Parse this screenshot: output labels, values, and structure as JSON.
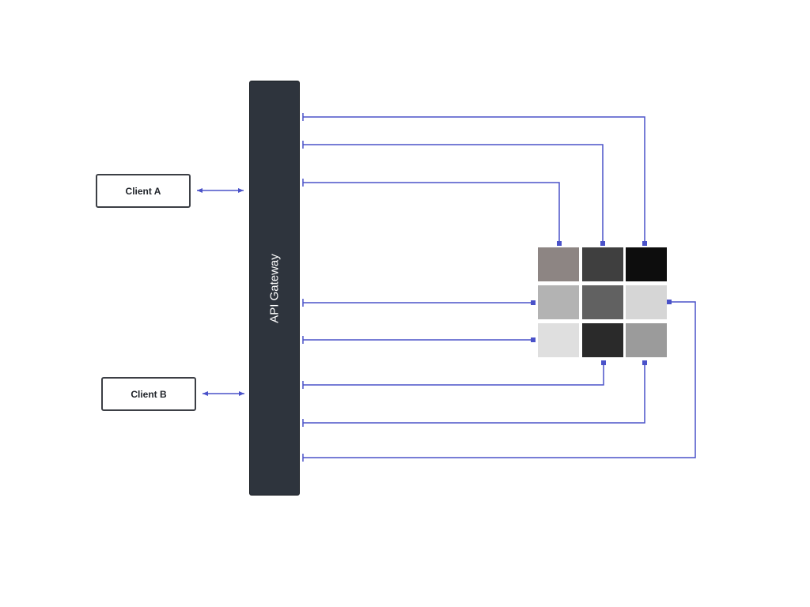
{
  "clients": {
    "a_label": "Client A",
    "b_label": "Client B"
  },
  "gateway": {
    "label": "API Gateway"
  },
  "colors": {
    "connector": "#4a52c9",
    "gateway_fill": "#2e343d",
    "client_border": "#3c3f45"
  },
  "grid": {
    "rows": 3,
    "columns": 3,
    "cell_colors": [
      [
        "#8d8583",
        "#3f3f3f",
        "#0d0d0d"
      ],
      [
        "#b3b3b3",
        "#616161",
        "#d6d6d6"
      ],
      [
        "#dfdfdf",
        "#2a2a2a",
        "#9b9b9b"
      ]
    ]
  }
}
